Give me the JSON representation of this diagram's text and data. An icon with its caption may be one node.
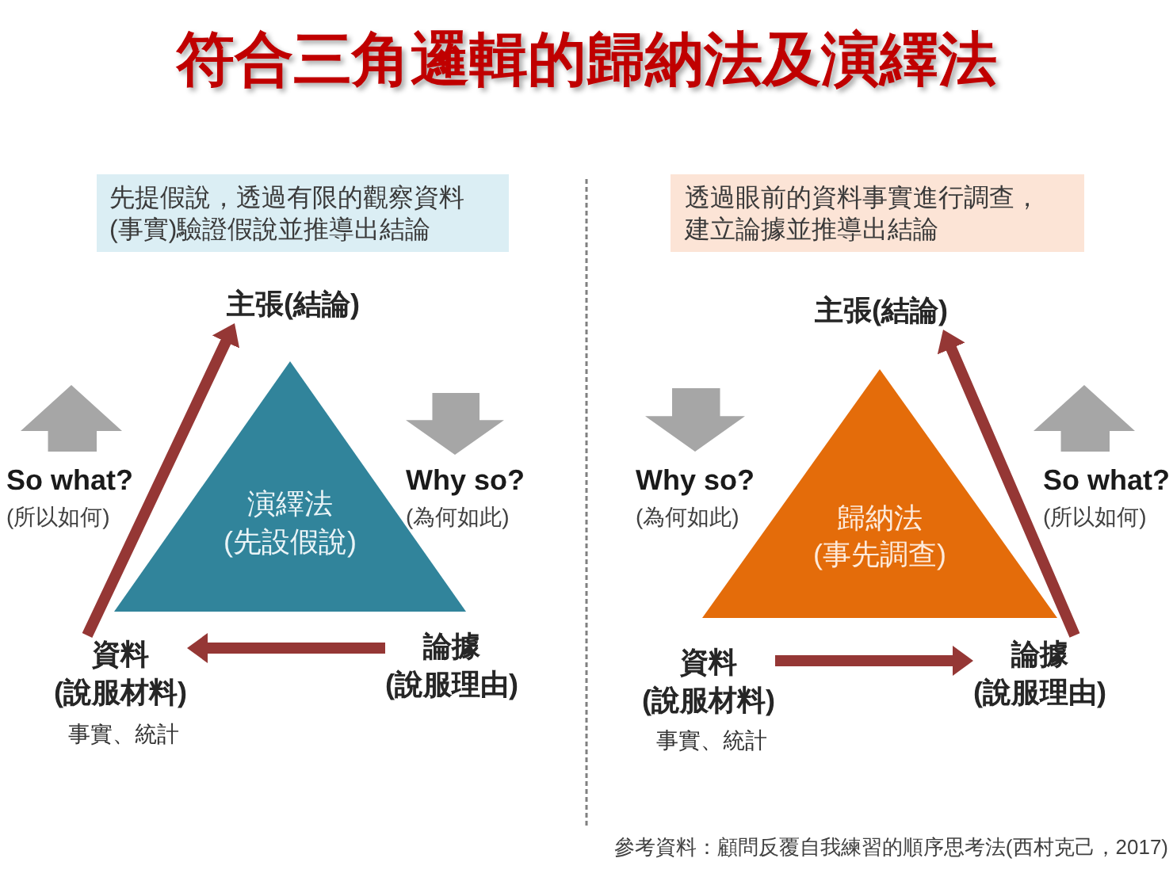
{
  "diagram": {
    "title": "符合三角邏輯的歸納法及演繹法",
    "nodes": [
      {
        "text": [
          "先提假說，透過有限的觀察資料(事實)驗證假說並推導出結論"
        ]
      },
      {
        "text": [
          "主張(結論)"
        ]
      },
      {
        "text": [
          "演繹法",
          "(先設假說)"
        ]
      },
      {
        "text": [
          "資料",
          "(說服材料)"
        ],
        "beside": [
          "事實、統計"
        ]
      },
      {
        "text": [
          "論據",
          "(說服理由)"
        ]
      },
      {
        "text": [
          "透過眼前的資料事實進行調查，建立論據並推導出結論"
        ]
      },
      {
        "text": [
          "主張(結論)"
        ]
      },
      {
        "text": [
          "歸納法",
          "(事先調查)"
        ]
      },
      {
        "text": [
          "資料",
          "(說服材料)"
        ],
        "beside": [
          "事實、統計"
        ]
      },
      {
        "text": [
          "論據",
          "(說服理由)"
        ]
      }
    ],
    "edges": [
      {
        "from": 4,
        "to": 3,
        "arrow": "to"
      },
      {
        "from": 3,
        "to": 1,
        "arrow": "to"
      },
      {
        "from": 8,
        "to": 9,
        "arrow": "to"
      },
      {
        "from": 9,
        "to": 6,
        "arrow": "to"
      }
    ],
    "labels": [
      "So what?",
      "(所以如何)",
      "Why so?",
      "(為何如此)",
      "Why so?",
      "(為何如此)",
      "So what?",
      "(所以如何)",
      "參考資料：顧問反覆自我練習的順序思考法(西村克己，2017)"
    ]
  }
}
